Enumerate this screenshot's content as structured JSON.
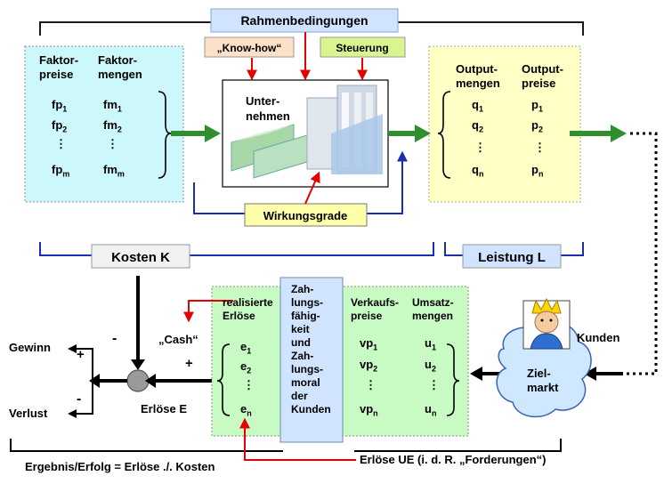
{
  "header": {
    "rahmen": "Rahmenbedingungen",
    "knowhow": "„Know-how“",
    "steuerung": "Steuerung"
  },
  "factor": {
    "col1_l1": "Faktor-",
    "col1_l2": "preise",
    "col2_l1": "Faktor-",
    "col2_l2": "mengen",
    "fp": [
      "fp1",
      "fp2",
      "⋮",
      "fpm"
    ],
    "fm": [
      "fm1",
      "fm2",
      "⋮",
      "fmm"
    ]
  },
  "enterprise": {
    "l1": "Unter-",
    "l2": "nehmen"
  },
  "wirkungsgrade": "Wirkungsgrade",
  "output": {
    "col1_l1": "Output-",
    "col1_l2": "mengen",
    "col2_l1": "Output-",
    "col2_l2": "preise",
    "q": [
      "q1",
      "q2",
      "⋮",
      "qn"
    ],
    "p": [
      "p1",
      "p2",
      "⋮",
      "pn"
    ]
  },
  "kosten": "Kosten K",
  "leistung": "Leistung L",
  "revenue": {
    "realisierte": "realisierte",
    "erloese": "Erlöse",
    "e": [
      "e1",
      "e2",
      "⋮",
      "en"
    ],
    "verkauf_l1": "Verkaufs-",
    "verkauf_l2": "preise",
    "umsatz_l1": "Umsatz-",
    "umsatz_l2": "mengen",
    "vp": [
      "vp1",
      "vp2",
      "⋮",
      "vpn"
    ],
    "u": [
      "u1",
      "u2",
      "⋮",
      "un"
    ]
  },
  "zahlung": [
    "Zah-",
    "lungs-",
    "fähig-",
    "keit",
    "und",
    "Zah-",
    "lungs-",
    "moral",
    "der",
    "Kunden"
  ],
  "cash": "„Cash“",
  "erloese_e": "Erlöse E",
  "gewinn": "Gewinn",
  "verlust": "Verlust",
  "plus": "+",
  "minus": "-",
  "kunden": "Kunden",
  "zielmarkt_l1": "Ziel-",
  "zielmarkt_l2": "markt",
  "ergebnis": "Ergebnis/Erfolg = Erlöse ./. Kosten",
  "erloese_ue": "Erlöse UE (i. d. R. „Forderungen“)",
  "colors": {
    "cyan_box": "#ccf7fb",
    "yellow_box": "#ffffc6",
    "green_box": "#c8fbc4",
    "blue_box": "#d0e4ff",
    "knowhow_box": "#fde0c8",
    "steuerung_box": "#d8f590",
    "label_box": "#ffffaa",
    "arrow_green": "#2f8f2f",
    "arrow_red": "#e60000",
    "line_blue": "#1a2fb0",
    "zielmarkt_cloud": "#cfe8ff"
  }
}
